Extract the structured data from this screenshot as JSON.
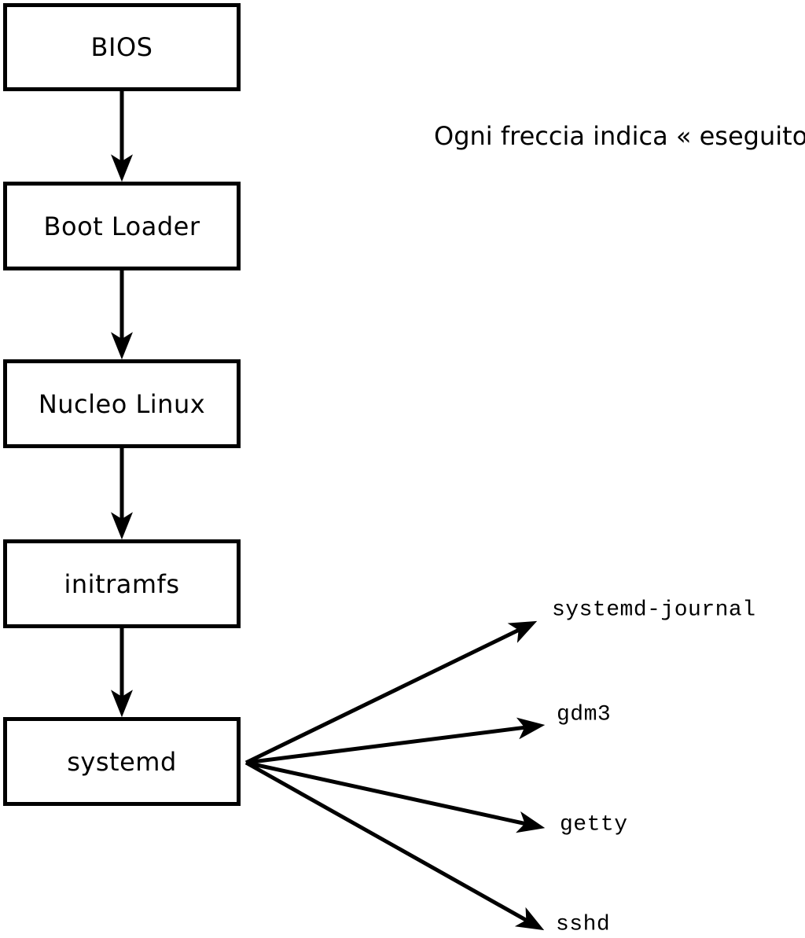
{
  "caption": "Ogni freccia indica « eseguito ».",
  "flow": {
    "nodes": [
      {
        "label": "BIOS"
      },
      {
        "label": "Boot Loader"
      },
      {
        "label": "Nucleo Linux"
      },
      {
        "label": "initramfs"
      },
      {
        "label": "systemd"
      }
    ],
    "services": [
      {
        "name": "systemd-journal"
      },
      {
        "name": "gdm3"
      },
      {
        "name": "getty"
      },
      {
        "name": "sshd"
      }
    ]
  },
  "colors": {
    "background": "#ffffff",
    "line": "#000000",
    "text": "#000000"
  }
}
